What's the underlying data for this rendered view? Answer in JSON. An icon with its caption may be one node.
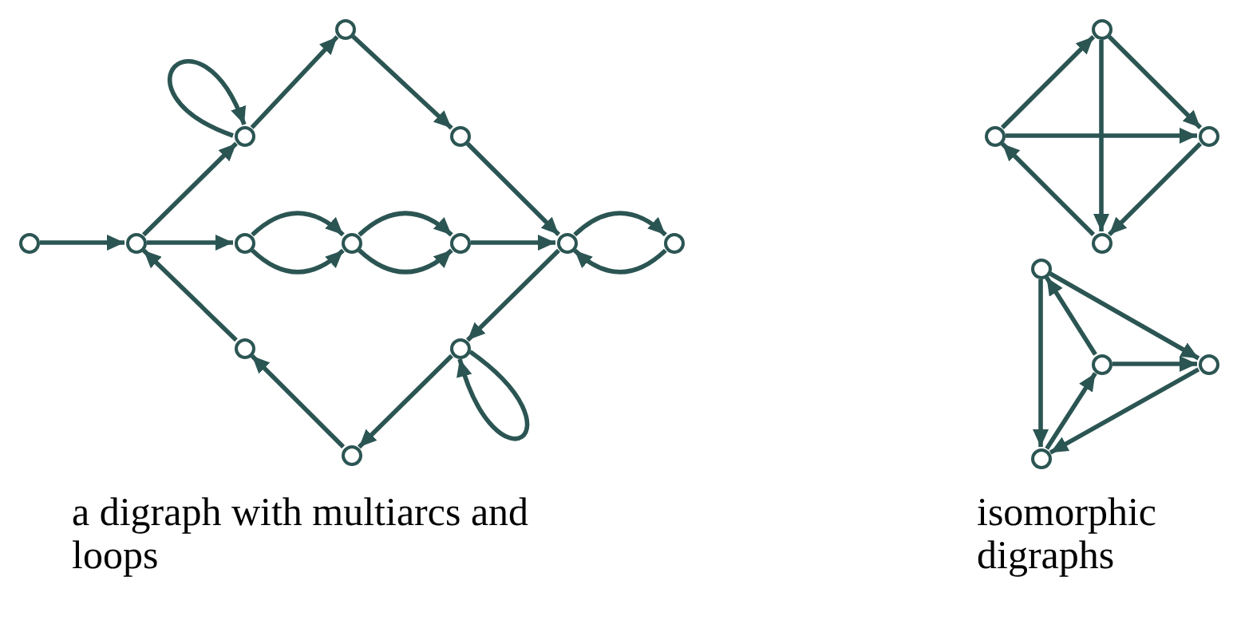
{
  "diagram": {
    "nodes": [
      {
        "text": [],
        "shape": "circle"
      },
      {
        "text": [],
        "shape": "circle"
      },
      {
        "text": [],
        "shape": "circle"
      },
      {
        "text": [],
        "shape": "circle"
      },
      {
        "text": [],
        "shape": "circle"
      },
      {
        "text": [],
        "shape": "circle"
      },
      {
        "text": [],
        "shape": "circle"
      },
      {
        "text": [],
        "shape": "circle"
      },
      {
        "text": [],
        "shape": "circle"
      },
      {
        "text": [],
        "shape": "circle"
      },
      {
        "text": [],
        "shape": "circle"
      },
      {
        "text": [],
        "shape": "circle"
      },
      {
        "text": [],
        "shape": "circle"
      },
      {
        "text": [],
        "shape": "circle"
      },
      {
        "text": [],
        "shape": "circle"
      },
      {
        "text": [],
        "shape": "circle"
      },
      {
        "text": [],
        "shape": "circle"
      },
      {
        "text": [],
        "shape": "circle"
      },
      {
        "text": [],
        "shape": "circle"
      },
      {
        "text": [],
        "shape": "circle"
      },
      {
        "text": [],
        "shape": "circle"
      }
    ],
    "edges": [
      {
        "from": 0,
        "to": 1,
        "arrow": "to"
      },
      {
        "from": 1,
        "to": 2,
        "arrow": "to"
      },
      {
        "from": 2,
        "to": 2,
        "arrow": "to"
      },
      {
        "from": 2,
        "to": 3,
        "arrow": "to"
      },
      {
        "from": 3,
        "to": 4,
        "arrow": "to"
      },
      {
        "from": 4,
        "to": 8,
        "arrow": "to"
      },
      {
        "from": 1,
        "to": 5,
        "arrow": "to"
      },
      {
        "from": 5,
        "to": 6,
        "arrow": "to"
      },
      {
        "from": 5,
        "to": 6,
        "arrow": "to"
      },
      {
        "from": 6,
        "to": 7,
        "arrow": "to"
      },
      {
        "from": 6,
        "to": 7,
        "arrow": "to"
      },
      {
        "from": 7,
        "to": 8,
        "arrow": "to"
      },
      {
        "from": 8,
        "to": 9,
        "arrow": "to"
      },
      {
        "from": 9,
        "to": 8,
        "arrow": "to"
      },
      {
        "from": 8,
        "to": 10,
        "arrow": "to"
      },
      {
        "from": 10,
        "to": 10,
        "arrow": "to"
      },
      {
        "from": 10,
        "to": 12,
        "arrow": "to"
      },
      {
        "from": 12,
        "to": 11,
        "arrow": "to"
      },
      {
        "from": 11,
        "to": 1,
        "arrow": "to"
      },
      {
        "from": 14,
        "to": 13,
        "arrow": "to"
      },
      {
        "from": 13,
        "to": 15,
        "arrow": "to"
      },
      {
        "from": 13,
        "to": 16,
        "arrow": "to"
      },
      {
        "from": 14,
        "to": 15,
        "arrow": "to"
      },
      {
        "from": 15,
        "to": 16,
        "arrow": "to"
      },
      {
        "from": 16,
        "to": 14,
        "arrow": "to"
      },
      {
        "from": 17,
        "to": 19,
        "arrow": "to"
      },
      {
        "from": 18,
        "to": 17,
        "arrow": "to"
      },
      {
        "from": 18,
        "to": 19,
        "arrow": "to"
      },
      {
        "from": 17,
        "to": 20,
        "arrow": "to"
      },
      {
        "from": 19,
        "to": 20,
        "arrow": "to"
      },
      {
        "from": 20,
        "to": 18,
        "arrow": "to"
      }
    ],
    "labels": [
      "a digraph with multiarcs and loops",
      "isomorphic digraphs"
    ]
  }
}
